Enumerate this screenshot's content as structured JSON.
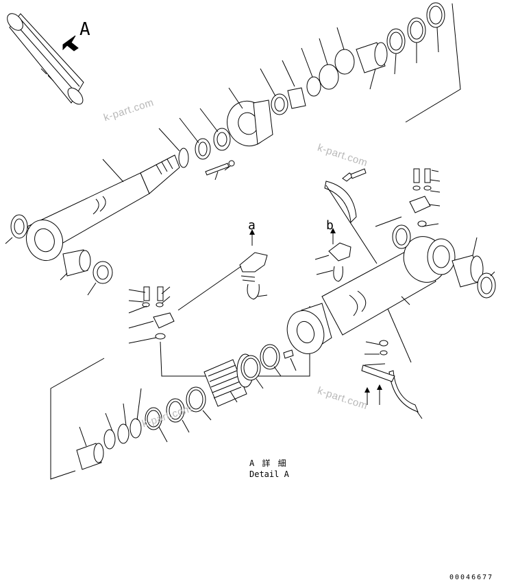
{
  "view_marker": "A",
  "detail_labels": {
    "a": "a",
    "b": "b"
  },
  "caption": {
    "jp": "A 詳 細",
    "en": "Detail A"
  },
  "drawing_number": "00046677",
  "watermark": "k-part.com"
}
